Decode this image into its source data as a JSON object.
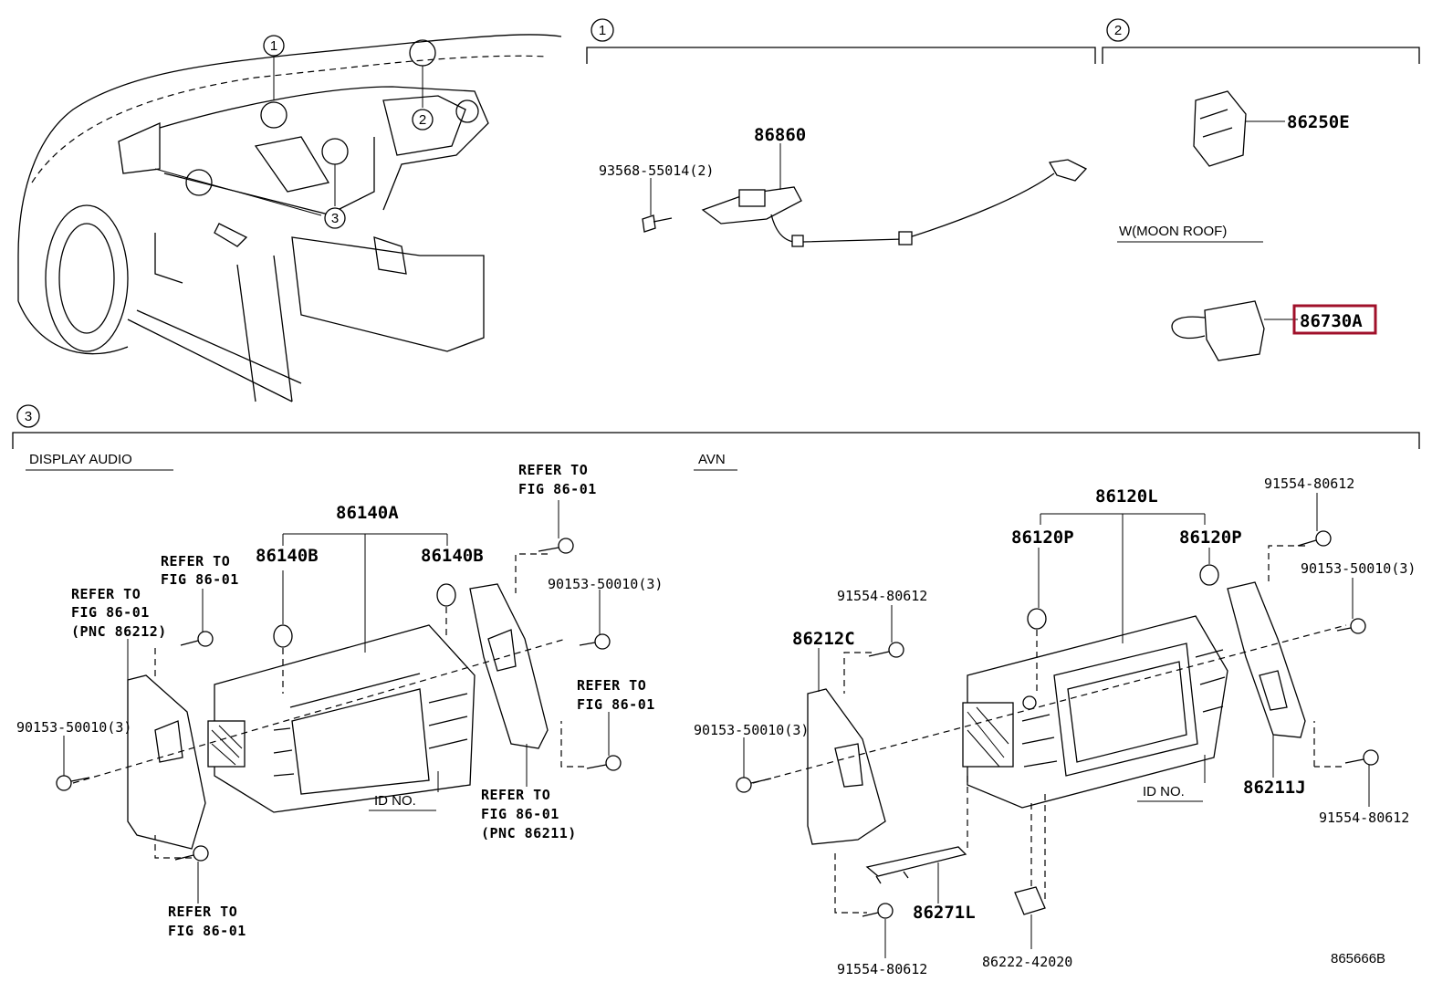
{
  "sections": {
    "s1": "1",
    "s2": "2",
    "s3": "3"
  },
  "overview": {
    "c1": "1",
    "c2": "2",
    "c3": "3"
  },
  "section1": {
    "p86860": "86860",
    "p93568": "93568-55014(2)"
  },
  "section2": {
    "p86250E": "86250E",
    "moonroof": "W(MOON ROOF)",
    "p86730A": "86730A",
    "highlight_color": "#a0102a"
  },
  "display_audio": {
    "title": "DISPLAY AUDIO",
    "p86140A": "86140A",
    "p86140B_left": "86140B",
    "p86140B_right": "86140B",
    "ref_top_1": "REFER TO",
    "ref_top_2": "FIG 86-01",
    "ref_mid_1": "REFER TO",
    "ref_mid_2": "FIG 86-01",
    "ref_pnc_1": "REFER TO",
    "ref_pnc_2": "FIG 86-01",
    "ref_pnc_3": "(PNC 86212)",
    "p90153": "90153-50010(3)",
    "p90153_right": "90153-50010(3)",
    "ref_right_1": "REFER TO",
    "ref_right_2": "FIG 86-01",
    "ref_br_1": "REFER TO",
    "ref_br_2": "FIG 86-01",
    "ref_br_3": "(PNC 86211)",
    "ref_bottom_1": "REFER TO",
    "ref_bottom_2": "FIG 86-01",
    "id_no": "ID NO."
  },
  "avn": {
    "title": "AVN",
    "p86120L": "86120L",
    "p86120P_left": "86120P",
    "p86120P_right": "86120P",
    "p91554_tr": "91554-80612",
    "p90153_r": "90153-50010(3)",
    "p91554_top": "91554-80612",
    "p86212C": "86212C",
    "p90153_l": "90153-50010(3)",
    "p86211J": "86211J",
    "p91554_br": "91554-80612",
    "id_no": "ID NO.",
    "p86271L": "86271L",
    "p91554_bottom": "91554-80612",
    "p86222": "86222-42020"
  },
  "figure_no": "865666B"
}
